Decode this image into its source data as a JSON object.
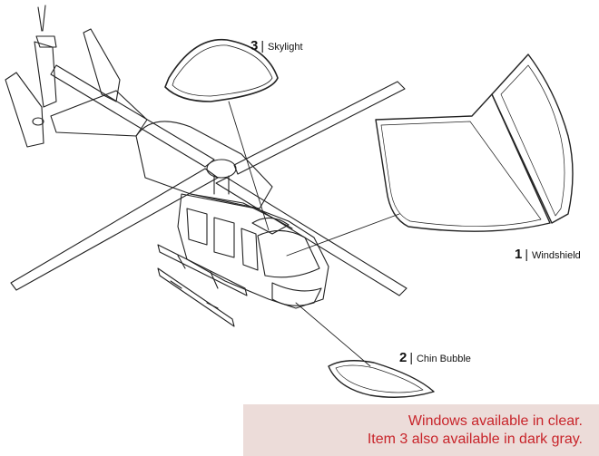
{
  "callouts": {
    "skylight": {
      "number": "3",
      "label": "Skylight"
    },
    "windshield": {
      "number": "1",
      "label": "Windshield"
    },
    "chin_bubble": {
      "number": "2",
      "label": "Chin Bubble"
    }
  },
  "note": {
    "line1": "Windows available in clear.",
    "line2": "Item 3 also available in dark gray."
  },
  "colors": {
    "note_background": "#ecdcd9",
    "note_text": "#c8242a",
    "line_art": "#222222"
  }
}
